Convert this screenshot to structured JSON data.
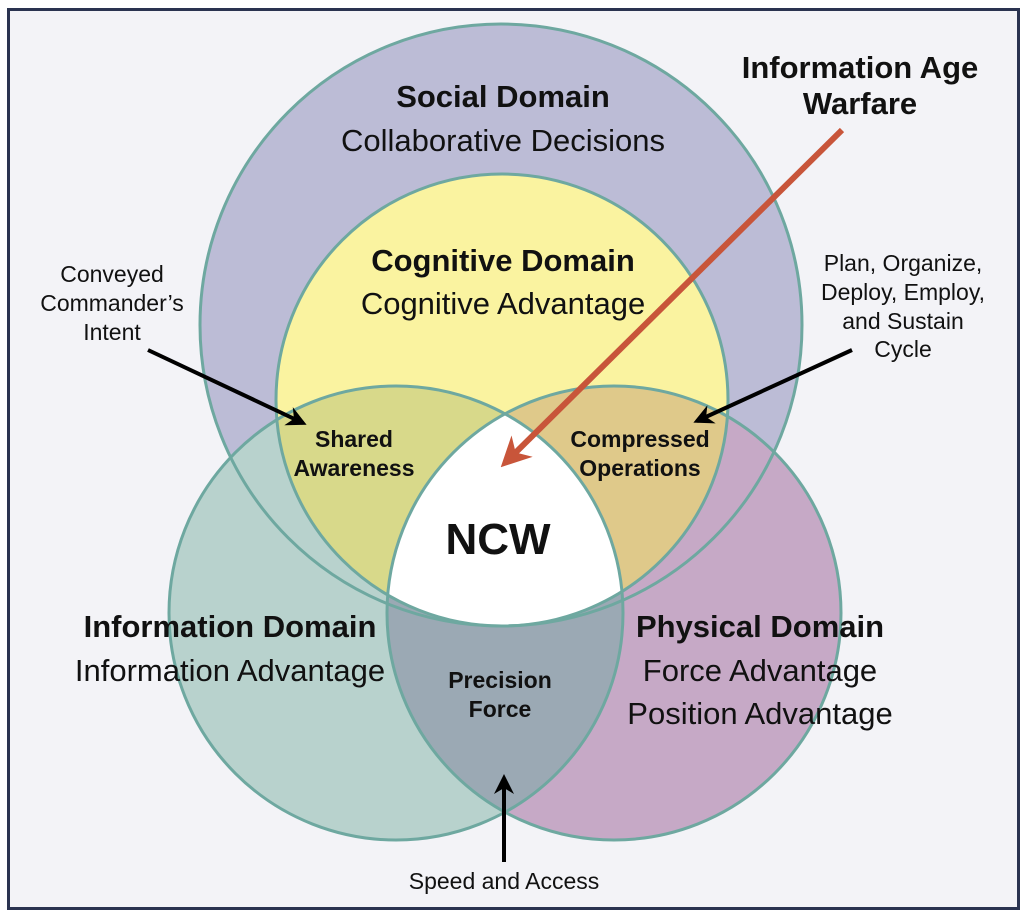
{
  "diagram": {
    "type": "venn",
    "title": "Network Centric Warfare Domains",
    "colors": {
      "background": "#f3f3f7",
      "border": "#2a3350",
      "circle_stroke": "#6ea8a0",
      "social": "#bcbcd6",
      "cognitive": "#faf3a0",
      "information": "#b8d2cd",
      "physical": "#c6a9c6",
      "shared_awareness": "#d8d98a",
      "compressed_operations": "#dfc98a",
      "precision_force": "#9ba9b4",
      "center": "#ffffff",
      "accent_red": "#c8553a",
      "arrow_black": "#000000"
    },
    "domains": {
      "social": {
        "title": "Social Domain",
        "subtitle": [
          "Collaborative Decisions"
        ]
      },
      "cognitive": {
        "title": "Cognitive Domain",
        "subtitle": [
          "Cognitive Advantage"
        ]
      },
      "information": {
        "title": "Information Domain",
        "subtitle": [
          "Information Advantage"
        ]
      },
      "physical": {
        "title": "Physical Domain",
        "subtitle": [
          "Force Advantage",
          "Position Advantage"
        ]
      }
    },
    "intersections": {
      "shared_awareness": [
        "Shared",
        "Awareness"
      ],
      "compressed_operations": [
        "Compressed",
        "Operations"
      ],
      "precision_force": [
        "Precision",
        "Force"
      ],
      "center": "NCW"
    },
    "annotations": {
      "info_age_warfare": [
        "Information Age",
        "Warfare"
      ],
      "commanders_intent": [
        "Conveyed",
        "Commander’s",
        "Intent"
      ],
      "cycle": [
        "Plan, Organize,",
        "Deploy, Employ,",
        "and Sustain",
        "Cycle"
      ],
      "speed_access": "Speed and Access"
    }
  }
}
